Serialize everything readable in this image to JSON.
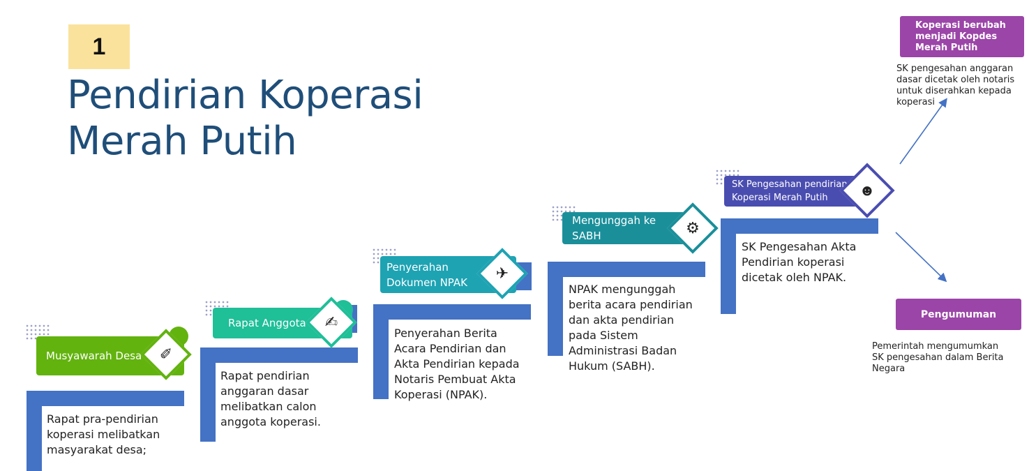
{
  "slide": {
    "number": "1",
    "title": "Pendirian Koperasi\nMerah Putih"
  },
  "colors": {
    "bar": "#4472c4",
    "purple": "#9b45a8",
    "title": "#1f4e79",
    "number_bg": "#fbe29c"
  },
  "steps": [
    {
      "title": "Musyawarah Desa",
      "description": "Rapat pra-pendirian\nkoperasi melibatkan\nmasyarakat desa;",
      "color": "#63b30f",
      "icon": "tools-icon"
    },
    {
      "title": "Rapat Anggota",
      "description": "Rapat pendirian\nanggaran dasar\nmelibatkan calon\nanggota koperasi.",
      "color": "#1fbf98",
      "icon": "document-edit-icon"
    },
    {
      "title": "Penyerahan\nDokumen NPAK",
      "description": "Penyerahan Berita\nAcara Pendirian dan\nAkta Pendirian kepada\nNotaris Pembuat Akta\nKoperasi (NPAK).",
      "color": "#1ea3b3",
      "icon": "rocket-icon"
    },
    {
      "title": "Mengunggah ke\nSABH",
      "description": "NPAK mengunggah\nberita acara pendirian\ndan akta pendirian\npada Sistem\nAdministrasi Badan\nHukum (SABH).",
      "color": "#1a8f9a",
      "icon": "gear-icon"
    },
    {
      "title": "SK Pengesahan pendirian\nKoperasi Merah Putih",
      "description": "SK Pengesahan Akta\nPendirian koperasi\ndicetak oleh NPAK.",
      "color": "#4a4db0",
      "icon": "officer-icon"
    }
  ],
  "outcomes": [
    {
      "title": "Koperasi berubah\nmenjadi Kopdes\nMerah Putih",
      "note": "SK pengesahan anggaran\ndasar dicetak oleh notaris\nuntuk diserahkan kepada\nkoperasi"
    },
    {
      "title": "Pengumuman",
      "note": "Pemerintah mengumumkan\nSK pengesahan dalam Berita\nNegara"
    }
  ]
}
